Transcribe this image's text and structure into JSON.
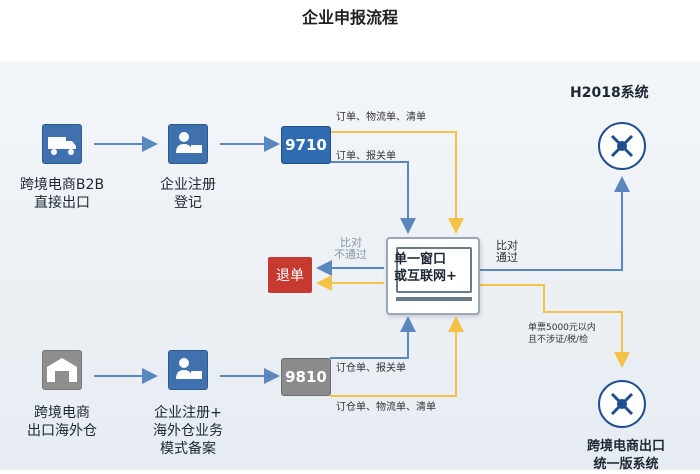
{
  "title": "企业申报流程",
  "sources": {
    "b2b": {
      "label_line1": "跨境电商B2B",
      "label_line2": "直接出口"
    },
    "warehouse": {
      "label_line1": "跨境电商",
      "label_line2": "出口海外仓"
    }
  },
  "registration": {
    "top": {
      "line1": "企业注册",
      "line2": "登记"
    },
    "bottom": {
      "line1": "企业注册+",
      "line2": "海外仓业务",
      "line3": "模式备案"
    }
  },
  "codes": {
    "top": "9710",
    "bottom": "9810"
  },
  "edge_labels": {
    "top_upper": "订单、物流单、清单",
    "top_lower": "订单、报关单",
    "bottom_upper": "订仓单、报关单",
    "bottom_lower": "订仓单、物流单、清单",
    "fail_line1": "比对",
    "fail_line2": "不通过",
    "pass_line1": "比对",
    "pass_line2": "通过",
    "small_line1": "单票5000元以内",
    "small_line2": "且不涉证/税/检"
  },
  "reject": "退单",
  "window": {
    "line1": "单一窗口",
    "line2": "或互联网+"
  },
  "systems": {
    "h2018": "H2018系统",
    "export_line1": "跨境电商出口",
    "export_line2": "统一版系统"
  },
  "colors": {
    "blue_arrow": "#5b87bf",
    "yellow_arrow": "#f3c247",
    "reject": "#c63a2f",
    "code_blue": "#2f6bb1"
  }
}
